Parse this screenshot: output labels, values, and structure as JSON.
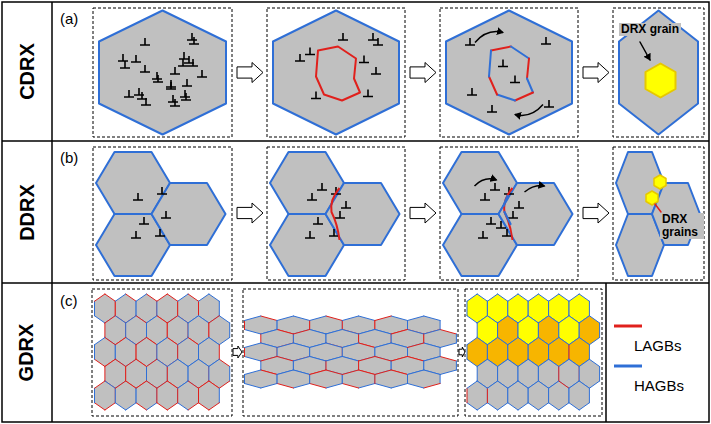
{
  "diagram": {
    "nodes": [
      {
        "text": [
          "CDRX"
        ]
      },
      {
        "text": [
          "DDRX"
        ]
      },
      {
        "text": [
          "GDRX"
        ]
      }
    ],
    "labels": [
      "(a)",
      "DRX grain",
      "(b)",
      "DRX grains",
      "(c)"
    ],
    "legend": [
      {
        "text": "LAGBs"
      },
      {
        "text": "HAGBs"
      }
    ]
  }
}
